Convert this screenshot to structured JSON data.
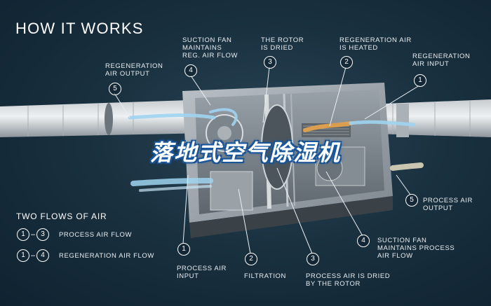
{
  "title": "HOW IT WORKS",
  "banner": "落地式空气除湿机",
  "legend": {
    "title": "TWO FLOWS OF AIR",
    "rows": [
      {
        "from": "1",
        "to": "3",
        "label": "PROCESS AIR FLOW"
      },
      {
        "from": "1",
        "to": "4",
        "label": "REGENERATION AIR FLOW"
      }
    ]
  },
  "callouts_top": [
    {
      "num": "5",
      "label": "REGENERATION\nAIR OUTPUT"
    },
    {
      "num": "4",
      "label": "SUCTION FAN\nMAINTAINS\nREG. AIR FLOW"
    },
    {
      "num": "3",
      "label": "THE ROTOR\nIS DRIED"
    },
    {
      "num": "2",
      "label": "REGENERATION AIR\nIS HEATED"
    },
    {
      "num": "1",
      "label": "REGENERATION\nAIR INPUT"
    }
  ],
  "callouts_bottom": [
    {
      "num": "1",
      "label": "PROCESS AIR\nINPUT"
    },
    {
      "num": "2",
      "label": "FILTRATION"
    },
    {
      "num": "3",
      "label": "PROCESS AIR IS DRIED\nBY THE ROTOR"
    },
    {
      "num": "4",
      "label": "SUCTION FAN\nMAINTAINS PROCESS\nAIR FLOW"
    },
    {
      "num": "5",
      "label": "PROCESS AIR\nOUTPUT"
    }
  ],
  "colors": {
    "background": "#1a3140",
    "banner_outline": "#1b4f8c",
    "airflow_hot": "#e8a34a",
    "airflow_cool": "#9fd3f0"
  }
}
